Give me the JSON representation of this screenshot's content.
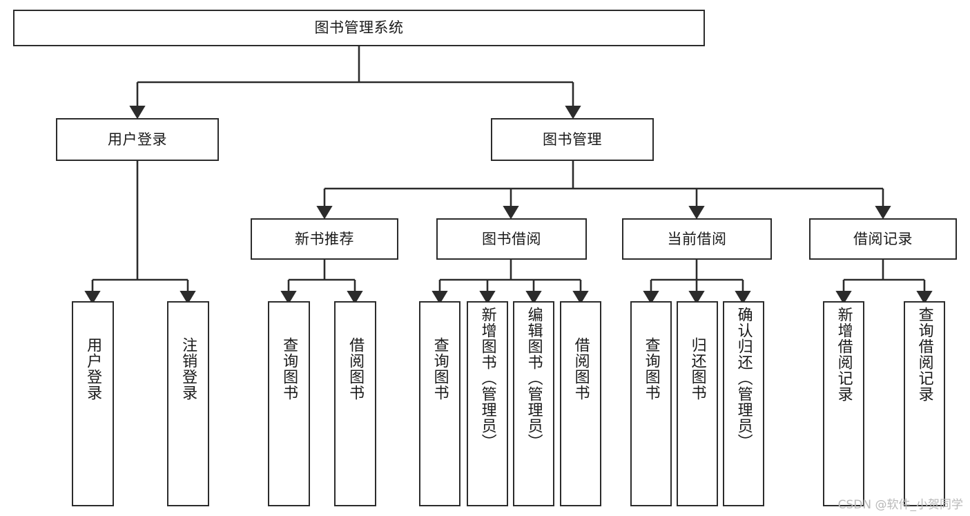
{
  "diagram": {
    "type": "tree-hierarchy-chart",
    "title": "图书管理系统",
    "watermark": "CSDN @软件_小贺同学",
    "colors": {
      "node_border": "#2b2b2b",
      "node_fill": "#ffffff",
      "edge": "#2b2b2b",
      "text": "#1a1a1a",
      "background": "#ffffff",
      "watermark": "#b9b9b9"
    },
    "levels": {
      "root": {
        "label": "图书管理系统"
      },
      "level2": [
        {
          "label": "用户登录"
        },
        {
          "label": "图书管理"
        }
      ],
      "level3": [
        {
          "label": "新书推荐"
        },
        {
          "label": "图书借阅"
        },
        {
          "label": "当前借阅"
        },
        {
          "label": "借阅记录"
        }
      ],
      "leaves": {
        "user_login": [
          {
            "label": "用户登录"
          },
          {
            "label": "注销登录"
          }
        ],
        "new_book_recommend": [
          {
            "label": "查询图书"
          },
          {
            "label": "借阅图书"
          }
        ],
        "book_borrow": [
          {
            "label": "查询图书"
          },
          {
            "label": "新增图书（管理员）"
          },
          {
            "label": "编辑图书（管理员）"
          },
          {
            "label": "借阅图书"
          }
        ],
        "current_borrow": [
          {
            "label": "查询图书"
          },
          {
            "label": "归还图书"
          },
          {
            "label": "确认归还（管理员）"
          }
        ],
        "borrow_record": [
          {
            "label": "新增借阅记录"
          },
          {
            "label": "查询借阅记录"
          }
        ]
      }
    }
  }
}
